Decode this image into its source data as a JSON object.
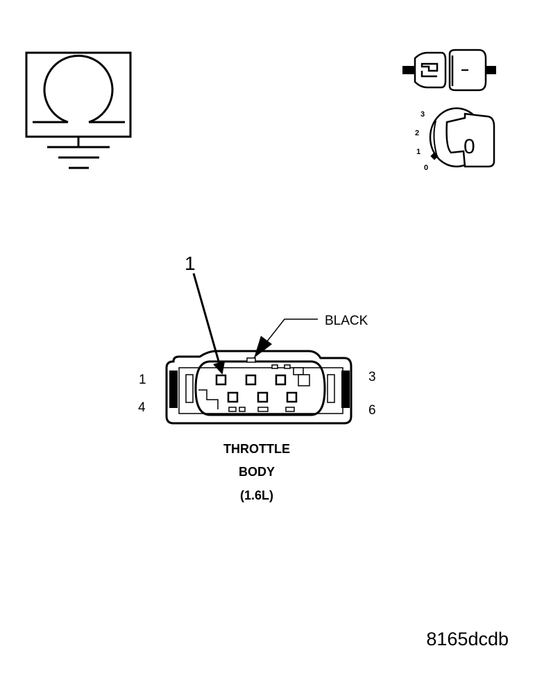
{
  "icons": {
    "ohmmeter": "ohmmeter-ground-icon",
    "connector_disconnect": "connector-disconnect-icon",
    "ignition": "ignition-switch-icon"
  },
  "ignition": {
    "positions": [
      "3",
      "2",
      "1",
      "0"
    ],
    "key_position": "0"
  },
  "callout": {
    "number": "1"
  },
  "connector": {
    "color_label": "BLACK",
    "pin_labels": {
      "top_left": "1",
      "bottom_left": "4",
      "top_right": "3",
      "bottom_right": "6"
    },
    "name_lines": [
      "THROTTLE",
      "BODY",
      "(1.6L)"
    ]
  },
  "figure_id": "8165dcdb"
}
